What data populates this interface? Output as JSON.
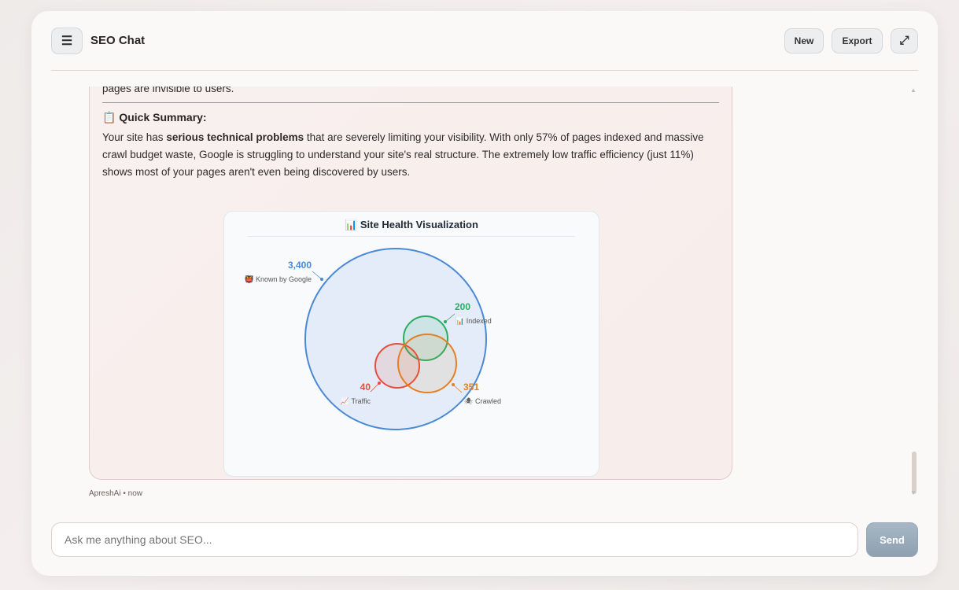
{
  "header": {
    "menu_icon": "☰",
    "title": "SEO Chat",
    "new": "New",
    "export": "Export",
    "expand_icon": "⤢"
  },
  "message": {
    "prev_text": "pages are invisible to users.",
    "summary_icon": "📋",
    "summary_title": "Quick Summary:",
    "summary_pre": "Your site has ",
    "summary_bold": "serious technical problems",
    "summary_post": " that are severely limiting your visibility. With only 57% of pages indexed and massive crawl budget waste, Google is struggling to understand your site's real structure. The extremely low traffic efficiency (just 11%) shows most of your pages aren't even being discovered by users.",
    "author_meta": "ApreshAi • now"
  },
  "visualization": {
    "title": "📊 Site Health Visualization",
    "sets": [
      {
        "label": "Known by Google",
        "icon": "👹",
        "value": "3,400",
        "color": "#4a8ad4"
      },
      {
        "label": "Indexed",
        "icon": "📊",
        "value": "200",
        "color": "#27ae60"
      },
      {
        "label": "Crawled",
        "icon": "🕷",
        "value": "351",
        "color": "#e67e22"
      },
      {
        "label": "Traffic",
        "icon": "📈",
        "value": "40",
        "color": "#e74c3c"
      }
    ]
  },
  "input": {
    "placeholder": "Ask me anything about SEO...",
    "send": "Send"
  }
}
